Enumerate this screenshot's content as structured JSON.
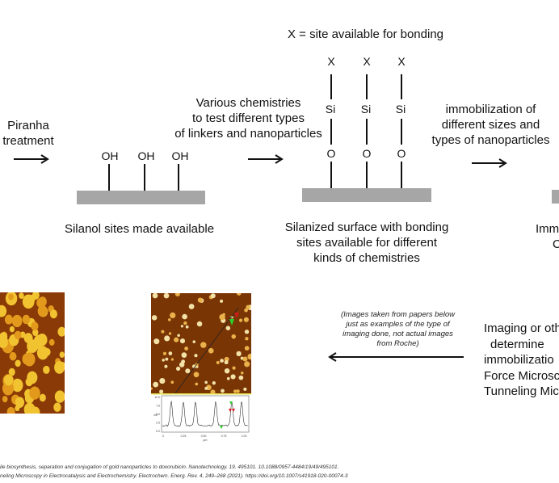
{
  "legend": "X = site available for bonding",
  "step1": {
    "lines": [
      "Piranha",
      "treatment"
    ]
  },
  "step2": {
    "lines": [
      "Various chemistries",
      "to test different types",
      "of linkers and nanoparticles"
    ]
  },
  "step3": {
    "lines": [
      "immobilization of",
      "different sizes and",
      "types of nanoparticles"
    ]
  },
  "silanol": {
    "group_label": "OH",
    "caption": "Silanol sites made available"
  },
  "silanized": {
    "labels": {
      "top": "X",
      "middle": "Si",
      "bottom": "O"
    },
    "caption_lines": [
      "Silanized surface with bonding",
      "sites available for different",
      "kinds of chemistries"
    ]
  },
  "partial_right": {
    "lines": [
      "Imm",
      "C"
    ]
  },
  "imaging": {
    "lines": [
      "Imaging or oth",
      "determine",
      "immobilizatio",
      "Force Microsc",
      "Tunneling Mic"
    ]
  },
  "note_lines": [
    "(Images taken from papers below",
    "just as examples of the type of",
    "imaging done, not actual images",
    "from Roche)"
  ],
  "profile_axis": {
    "y_ticks": [
      "10.0",
      "7.5",
      "5.0",
      "2.5",
      "0.0"
    ],
    "x_ticks": [
      "0",
      "0.25",
      "0.50",
      "0.75",
      "1.00"
    ],
    "y_unit": "nm",
    "x_unit": "µm"
  },
  "citations": [
    "ile biosynthesis, separation and conjugation of gold nanoparticles to doxorubicin. Nanotechnology. 19. 495101. 10.1088/0957-4484/19/49/495101.",
    "neling Microscopy in Electrocatalysis and Electrochemistry. Electrochem. Energ. Rev. 4, 249–268 (2021). https://doi.org/10.1007/s41918-020-00074-3"
  ],
  "colors": {
    "surface": "#a6a6a6",
    "afm_dark": "#6b2c02",
    "afm_light": "#f5d23a",
    "marker_green": "#2bd12b",
    "marker_red": "#d11c1c"
  }
}
